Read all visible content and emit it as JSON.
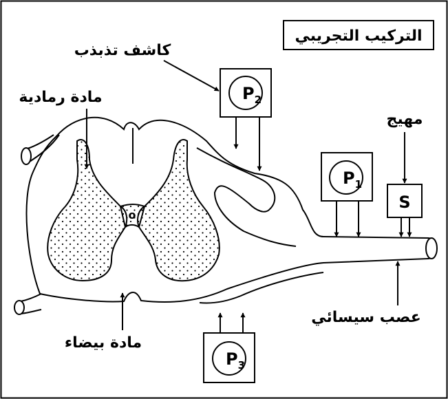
{
  "title": "التركيب التجريبي",
  "labels": {
    "oscilloscope": "كاشف تذبذب",
    "gray_matter": "مادة رمادية",
    "white_matter": "مادة بيضاء",
    "stimulator": "مهيج",
    "sciatic_nerve": "عصب سيسائي",
    "canal": "o"
  },
  "probes": {
    "p2": {
      "letter": "P",
      "sub": "2"
    },
    "p1": {
      "letter": "P",
      "sub": "1"
    },
    "p3": {
      "letter": "P",
      "sub": "3"
    }
  },
  "stim_letter": "S"
}
